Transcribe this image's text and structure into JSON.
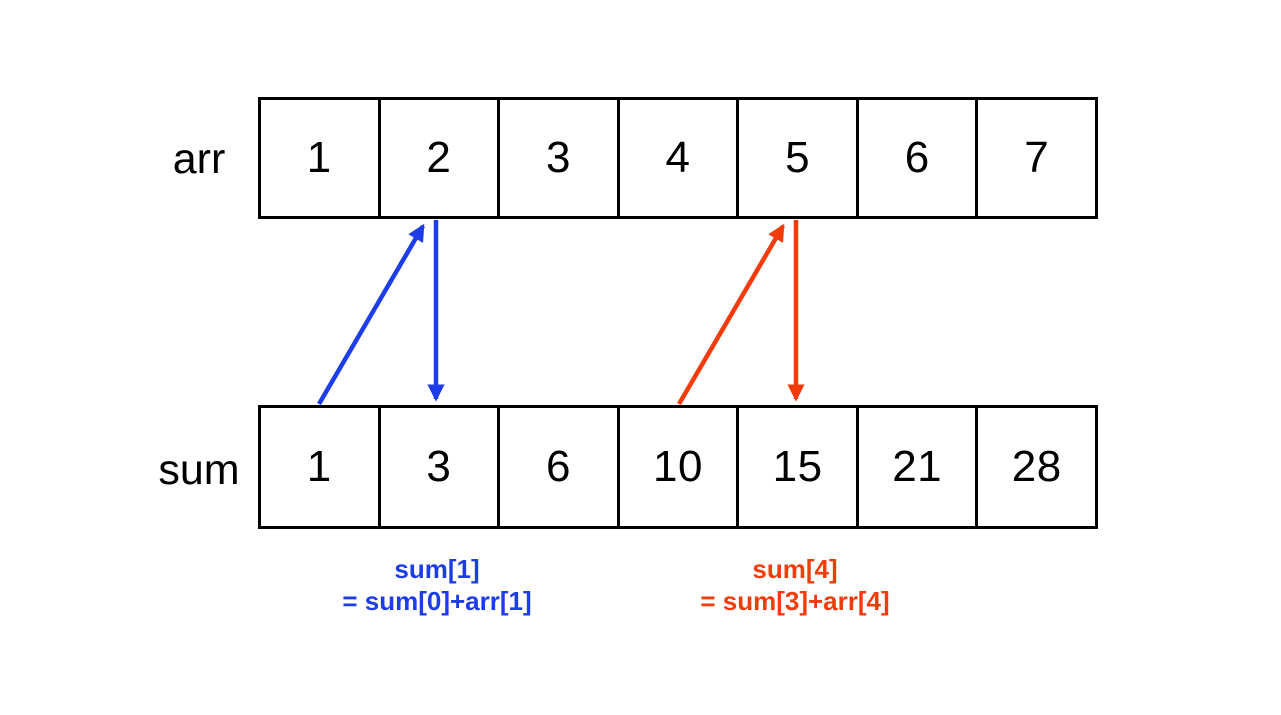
{
  "diagram": {
    "title_semantic": "prefix-sum-construction",
    "colors": {
      "blue": "#1c3de8",
      "red": "#f43b0c",
      "border": "#000000",
      "text": "#000000",
      "background": "#ffffff"
    },
    "rows": {
      "arr": {
        "label": "arr",
        "values": [
          "1",
          "2",
          "3",
          "4",
          "5",
          "6",
          "7"
        ]
      },
      "sum": {
        "label": "sum",
        "values": [
          "1",
          "3",
          "6",
          "10",
          "15",
          "21",
          "28"
        ]
      }
    },
    "arrows": [
      {
        "name": "blue-up",
        "from": "sum[0]",
        "to": "arr[1]",
        "color": "#1c3de8"
      },
      {
        "name": "blue-down",
        "from": "arr[1]",
        "to": "sum[1]",
        "color": "#1c3de8"
      },
      {
        "name": "red-up",
        "from": "sum[3]",
        "to": "arr[4]",
        "color": "#f43b0c"
      },
      {
        "name": "red-down",
        "from": "arr[4]",
        "to": "sum[4]",
        "color": "#f43b0c"
      }
    ],
    "annotations": {
      "blue": {
        "line1": "sum[1]",
        "line2": "= sum[0]+arr[1]",
        "color": "#1c3de8"
      },
      "red": {
        "line1": "sum[4]",
        "line2": "= sum[3]+arr[4]",
        "color": "#f43b0c"
      }
    }
  }
}
